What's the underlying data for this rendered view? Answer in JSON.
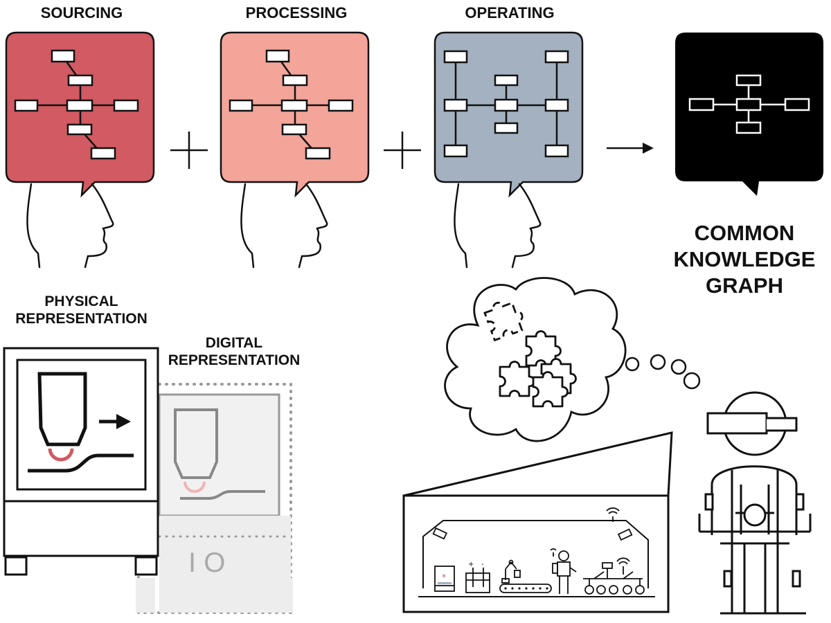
{
  "stages": [
    {
      "label": "SOURCING",
      "color": "#d15a63",
      "icon": "graph-tree-icon"
    },
    {
      "label": "PROCESSING",
      "color": "#f3a59a",
      "icon": "graph-tree-icon"
    },
    {
      "label": "OPERATING",
      "color": "#a4b1c0",
      "icon": "graph-grid-icon"
    }
  ],
  "operators": [
    "+",
    "+"
  ],
  "result": {
    "line1": "COMMON",
    "line2": "KNOWLEDGE",
    "line3": "GRAPH",
    "color": "#000000"
  },
  "physical": {
    "line1": "PHYSICAL",
    "line2": "REPRESENTATION",
    "accent": "#d15a63"
  },
  "digital": {
    "line1": "DIGITAL",
    "line2": "REPRESENTATION",
    "accent": "#f0b3b3",
    "icon_text": "I O"
  },
  "icons": [
    "head-silhouette-icon",
    "arrow-right-icon",
    "thought-cloud-icon",
    "puzzle-icon",
    "vr-operator-icon",
    "lunar-base-icon",
    "robot-arm-icon",
    "rover-icon",
    "astronaut-icon",
    "battery-icon",
    "wifi-icon",
    "camera-icon"
  ]
}
